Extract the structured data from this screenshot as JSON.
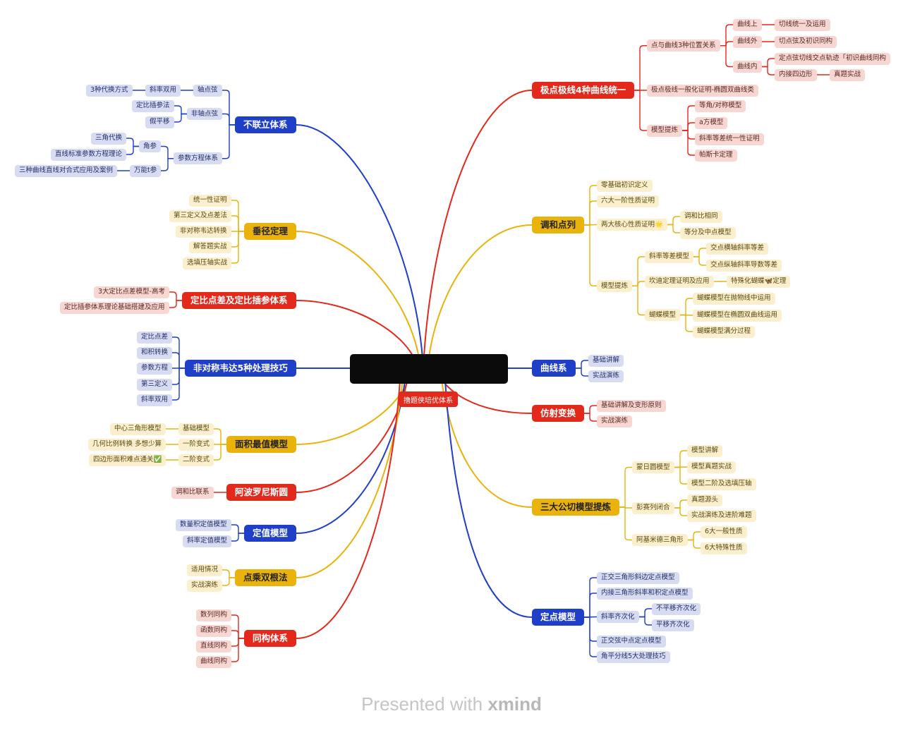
{
  "center": {
    "label": "",
    "tag": "撸题侠培优体系"
  },
  "footer": {
    "prefix": "Presented with ",
    "brand": "xmind"
  },
  "colors": {
    "red": "#e3291c",
    "blue": "#1f3fc9",
    "yellow": "#eab30b"
  },
  "right": [
    {
      "label": "极点极线4种曲线统一",
      "color": "red",
      "children": [
        {
          "label": "点与曲线3种位置关系",
          "children": [
            {
              "label": "曲线上",
              "children": [
                {
                  "label": "切线统一及运用"
                }
              ]
            },
            {
              "label": "曲线外",
              "children": [
                {
                  "label": "切点弦及初识同构"
                }
              ]
            },
            {
              "label": "曲线内",
              "children": [
                {
                  "label": "定点弦切线交点轨迹「初识曲线同构"
                },
                {
                  "label": "内接四边形",
                  "children": [
                    {
                      "label": "真题实战"
                    }
                  ]
                }
              ]
            }
          ]
        },
        {
          "label": "极点极线一般化证明-椭圆双曲线类"
        },
        {
          "label": "模型提炼",
          "children": [
            {
              "label": "等角/对称模型"
            },
            {
              "label": "a方模型"
            },
            {
              "label": "斜率等差统一性证明"
            },
            {
              "label": "帕斯卡定理"
            }
          ]
        }
      ]
    },
    {
      "label": "调和点列",
      "color": "yellow",
      "children": [
        {
          "label": "零基础初识定义"
        },
        {
          "label": "六大一阶性质证明"
        },
        {
          "label": "两大核心性质证明🌟",
          "children": [
            {
              "label": "调和比相同"
            },
            {
              "label": "等分及中点模型"
            }
          ]
        },
        {
          "label": "模型提炼",
          "children": [
            {
              "label": "斜率等差模型",
              "children": [
                {
                  "label": "交点横轴斜率等差"
                },
                {
                  "label": "交点纵轴斜率导数等差"
                }
              ]
            },
            {
              "label": "坎迪定理证明及应用",
              "children": [
                {
                  "label": "特殊化蝴蝶🦋定理"
                }
              ]
            },
            {
              "label": "蝴蝶模型",
              "children": [
                {
                  "label": "蝴蝶模型在抛物线中运用"
                },
                {
                  "label": "蝴蝶模型在椭圆双曲线运用"
                },
                {
                  "label": "蝴蝶模型满分过程"
                }
              ]
            }
          ]
        }
      ]
    },
    {
      "label": "曲线系",
      "color": "blue",
      "children": [
        {
          "label": "基础讲解"
        },
        {
          "label": "实战演练"
        }
      ]
    },
    {
      "label": "仿射变换",
      "color": "red",
      "children": [
        {
          "label": "基础讲解及变形原则"
        },
        {
          "label": "实战演练"
        }
      ]
    },
    {
      "label": "三大公切模型提炼",
      "color": "yellow",
      "children": [
        {
          "label": "蒙日圆模型",
          "children": [
            {
              "label": "模型讲解"
            },
            {
              "label": "模型真题实战"
            },
            {
              "label": "模型二阶及选填压轴"
            }
          ]
        },
        {
          "label": "彭赛列闭合",
          "children": [
            {
              "label": "真题源头"
            },
            {
              "label": "实战演练及进阶难题"
            }
          ]
        },
        {
          "label": "阿基米德三角形",
          "children": [
            {
              "label": "6大一般性质"
            },
            {
              "label": "6大特殊性质"
            }
          ]
        }
      ]
    },
    {
      "label": "定点模型",
      "color": "blue",
      "children": [
        {
          "label": "正交三角形斜边定点模型"
        },
        {
          "label": "内接三角形斜率和积定点模型"
        },
        {
          "label": "斜率齐次化",
          "children": [
            {
              "label": "不平移齐次化"
            },
            {
              "label": "平移齐次化"
            }
          ]
        },
        {
          "label": "正交弦中点定点模型"
        },
        {
          "label": "角平分线5大处理技巧"
        }
      ]
    }
  ],
  "left": [
    {
      "label": "不联立体系",
      "color": "blue",
      "children": [
        {
          "label": "轴点弦",
          "children": [
            {
              "label": "斜率双用",
              "children": [
                {
                  "label": "3种代换方式"
                }
              ]
            }
          ]
        },
        {
          "label": "非轴点弦",
          "children": [
            {
              "label": "定比插参法"
            },
            {
              "label": "假平移"
            }
          ]
        },
        {
          "label": "参数方程体系",
          "children": [
            {
              "label": "角参",
              "children": [
                {
                  "label": "三角代换"
                },
                {
                  "label": "直线标准参数方程理论"
                }
              ]
            },
            {
              "label": "万能t参",
              "children": [
                {
                  "label": "三种曲线直线对合式应用及案例"
                }
              ]
            }
          ]
        }
      ]
    },
    {
      "label": "垂径定理",
      "color": "yellow",
      "children": [
        {
          "label": "统一性证明"
        },
        {
          "label": "第三定义及点差法"
        },
        {
          "label": "非对称韦达转换"
        },
        {
          "label": "解答题实战"
        },
        {
          "label": "选填压轴实战"
        }
      ]
    },
    {
      "label": "定比点差及定比插参体系",
      "color": "red",
      "children": [
        {
          "label": "3大定比点差模型-高考"
        },
        {
          "label": "定比插参体系理论基础搭建及应用"
        }
      ]
    },
    {
      "label": "非对称韦达5种处理技巧",
      "color": "blue",
      "children": [
        {
          "label": "定比点差"
        },
        {
          "label": "和积转换"
        },
        {
          "label": "参数方程"
        },
        {
          "label": "第三定义"
        },
        {
          "label": "斜率双用"
        }
      ]
    },
    {
      "label": "面积最值模型",
      "color": "yellow",
      "children": [
        {
          "label": "基础模型",
          "children": [
            {
              "label": "中心三角形模型"
            }
          ]
        },
        {
          "label": "一阶变式",
          "children": [
            {
              "label": "几何比例转换 多想少算"
            }
          ]
        },
        {
          "label": "二阶变式",
          "children": [
            {
              "label": "四边形面积难点通关✅"
            }
          ]
        }
      ]
    },
    {
      "label": "阿波罗尼斯圆",
      "color": "red",
      "children": [
        {
          "label": "调和比联系"
        }
      ]
    },
    {
      "label": "定值模型",
      "color": "blue",
      "children": [
        {
          "label": "数量积定值模型"
        },
        {
          "label": "斜率定值模型"
        }
      ]
    },
    {
      "label": "点乘双根法",
      "color": "yellow",
      "children": [
        {
          "label": "适用情况"
        },
        {
          "label": "实战演练"
        }
      ]
    },
    {
      "label": "同构体系",
      "color": "red",
      "children": [
        {
          "label": "数列同构"
        },
        {
          "label": "函数同构"
        },
        {
          "label": "直线同构"
        },
        {
          "label": "曲线同构"
        }
      ]
    }
  ]
}
